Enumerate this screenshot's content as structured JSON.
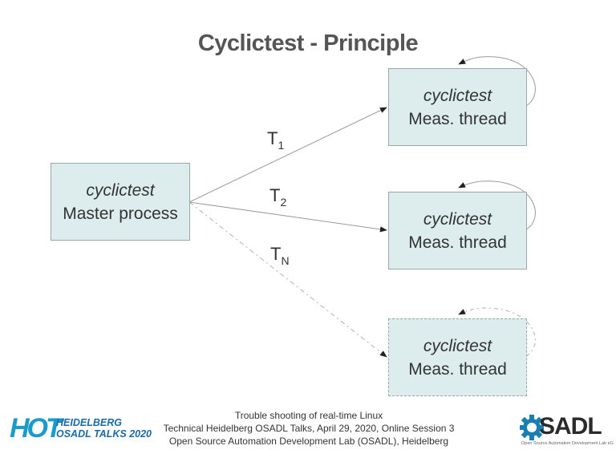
{
  "slide": {
    "title": "Cyclictest - Principle"
  },
  "diagram": {
    "master": {
      "name": "cyclictest",
      "role": "Master process"
    },
    "threads": [
      {
        "name": "cyclictest",
        "role": "Meas. thread",
        "label_main": "T",
        "label_sub": "1",
        "style": "solid"
      },
      {
        "name": "cyclictest",
        "role": "Meas. thread",
        "label_main": "T",
        "label_sub": "2",
        "style": "solid"
      },
      {
        "name": "cyclictest",
        "role": "Meas. thread",
        "label_main": "T",
        "label_sub": "N",
        "style": "dashed"
      }
    ]
  },
  "footer": {
    "line1": "Trouble shooting of real-time Linux",
    "line2": "Technical Heidelberg OSADL Talks, April 29, 2020, Online Session 3",
    "line3": "Open Source Automation Development Lab (OSADL), Heidelberg"
  },
  "logos": {
    "hot": {
      "big": "HOT",
      "line1": "HEIDELBERG",
      "line2": "OSADL TALKS 2020"
    },
    "osadl": {
      "word": "SADL",
      "sub": "Open Source Automation Development Lab eG"
    }
  },
  "colors": {
    "box_fill": "#ddecec",
    "hot_blue": "#1a9bcb",
    "gear_blue": "#1a7fb0"
  }
}
